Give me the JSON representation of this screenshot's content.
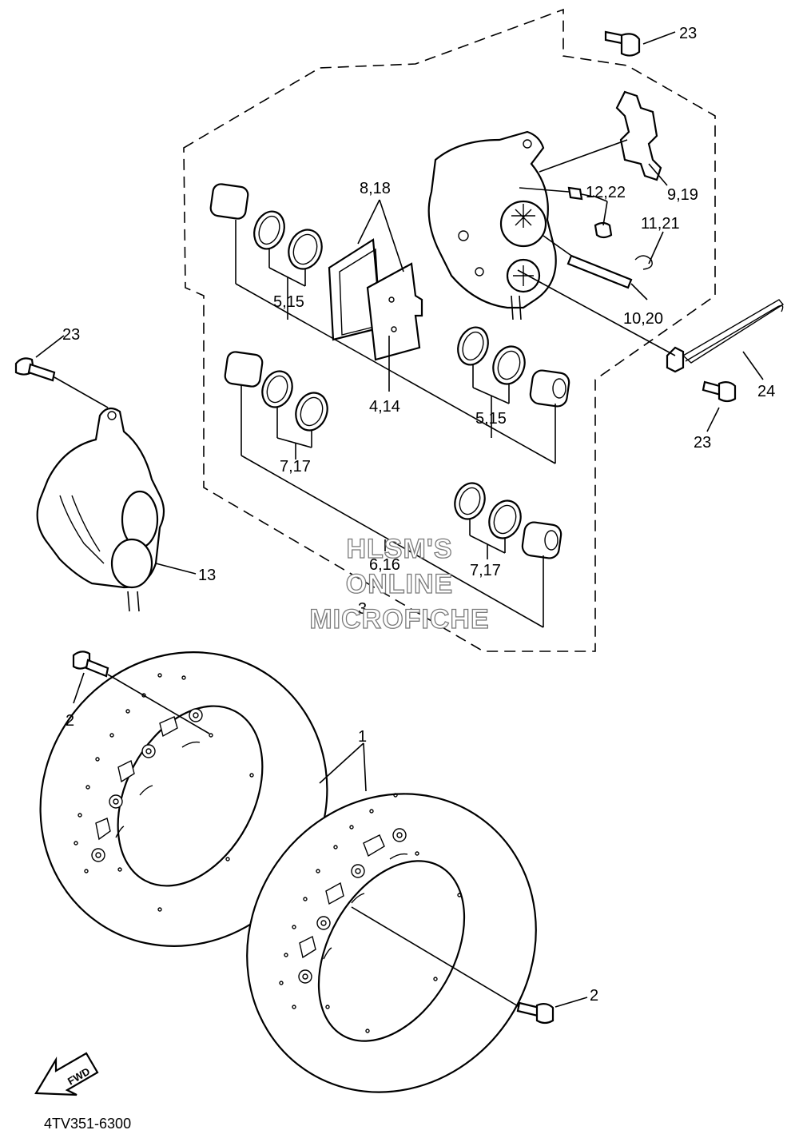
{
  "diagram": {
    "code": "4TV351-6300",
    "fwd_label": "FWD",
    "watermark": [
      "HLSM'S",
      "ONLINE",
      "MICROFICHE"
    ],
    "callouts": {
      "c1": "1",
      "c2a": "2",
      "c2b": "2",
      "c3": "3",
      "c4": "4,14",
      "c5a": "5,15",
      "c5b": "5,15",
      "c6": "6,16",
      "c7a": "7,17",
      "c7b": "7,17",
      "c8": "8,18",
      "c9": "9,19",
      "c10": "10,20",
      "c11": "11,21",
      "c12": "12,22",
      "c13": "13",
      "c23a": "23",
      "c23b": "23",
      "c23c": "23",
      "c24": "24"
    }
  }
}
